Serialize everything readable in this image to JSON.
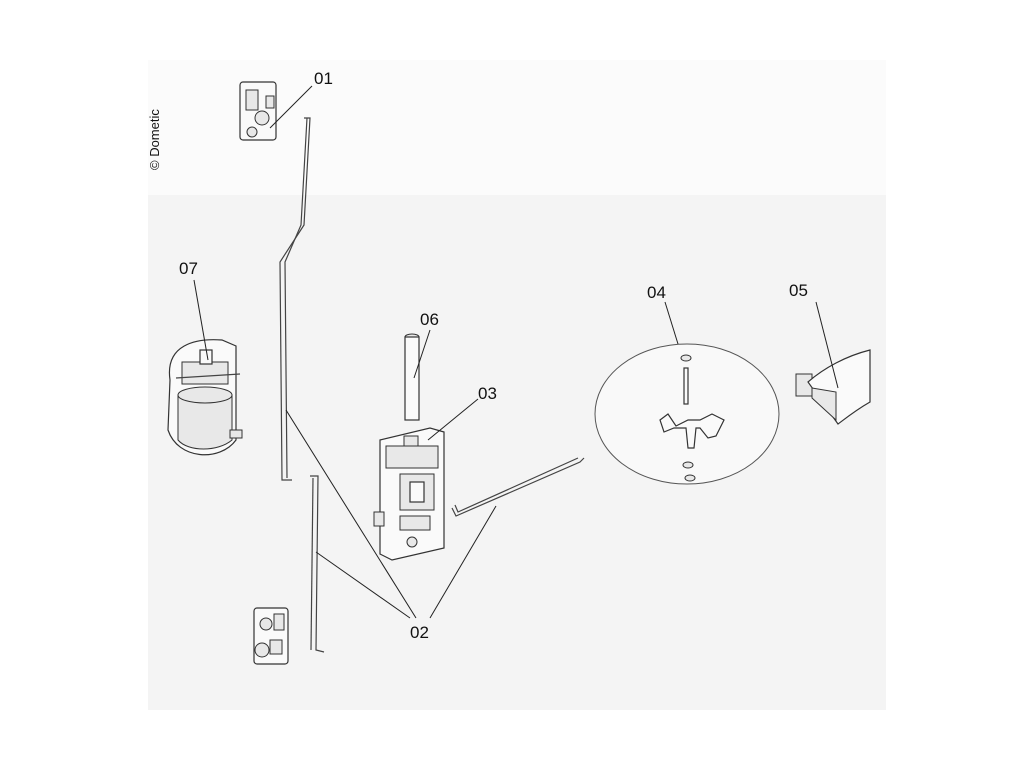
{
  "copyright": "© Dometic",
  "callouts": {
    "c01": "01",
    "c02": "02",
    "c03": "03",
    "c04": "04",
    "c05": "05",
    "c06": "06",
    "c07": "07"
  },
  "colors": {
    "background": "#ffffff",
    "panel": "#f4f4f4",
    "line": "#333333"
  }
}
